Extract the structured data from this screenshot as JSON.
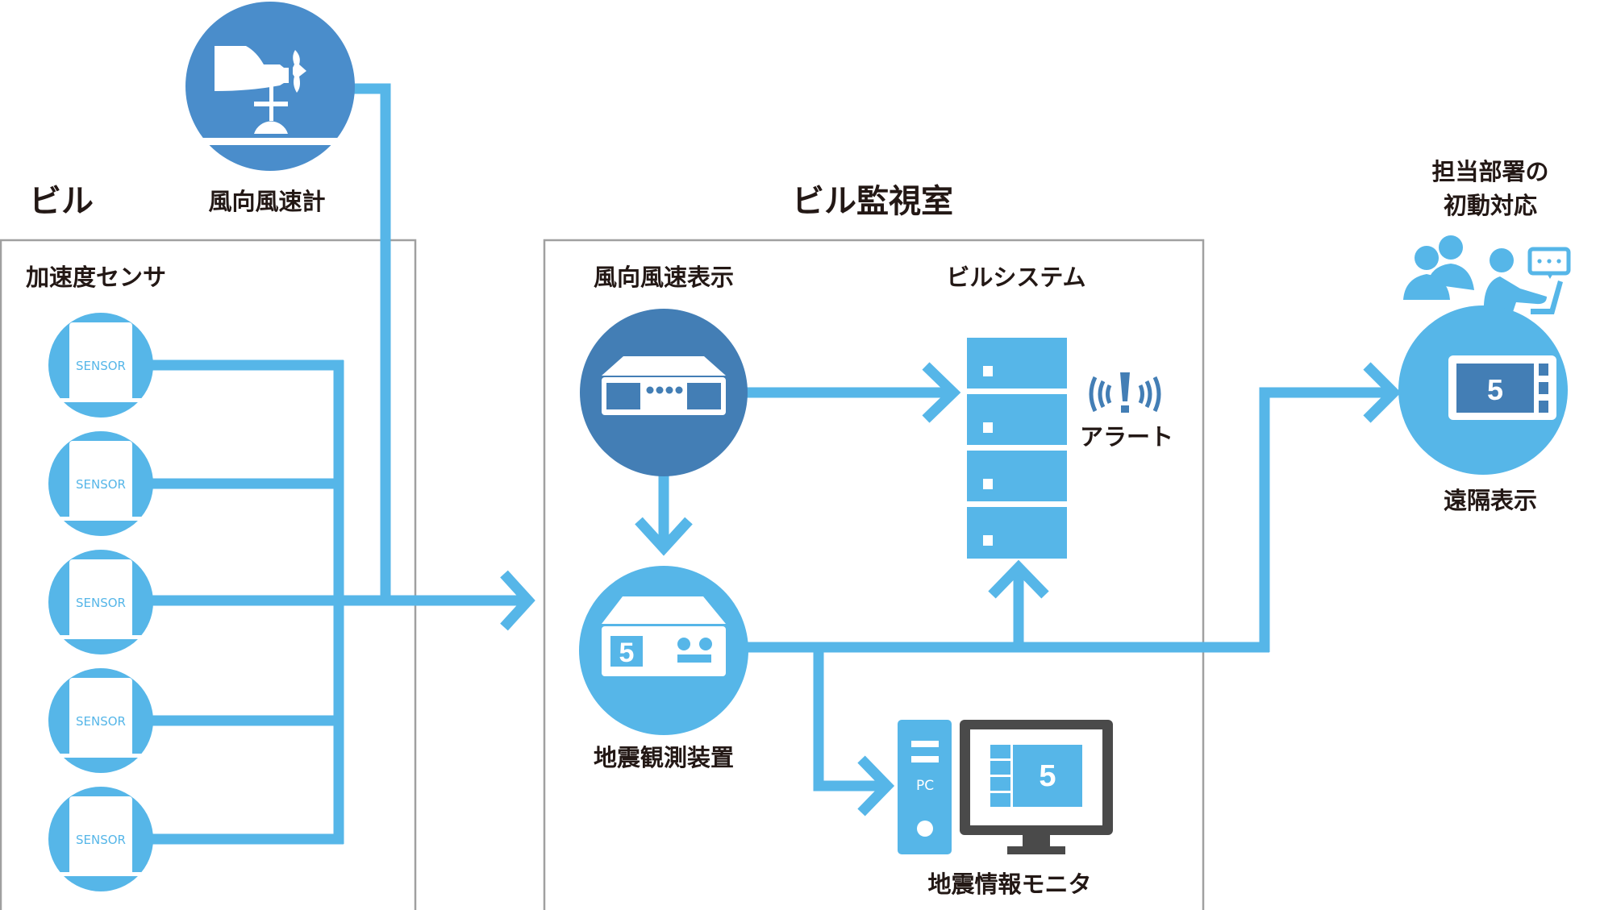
{
  "colors": {
    "light_blue": "#56B6E8",
    "dark_blue": "#437EB5",
    "mid_blue": "#4A8DCB",
    "frame_gray": "#A0A0A0",
    "monitor_dark": "#4A4A4A",
    "text": "#231815"
  },
  "building": {
    "title": "ビル",
    "anemometer": {
      "label": "風向風速計",
      "icon": "wind-vane-icon"
    },
    "sensor_group": {
      "label": "加速度センサ",
      "sensors": [
        {
          "label": "SENSOR"
        },
        {
          "label": "SENSOR"
        },
        {
          "label": "SENSOR"
        },
        {
          "label": "SENSOR"
        },
        {
          "label": "SENSOR"
        }
      ]
    }
  },
  "monitoring_room": {
    "title": "ビル監視室",
    "wind_display": {
      "label": "風向風速表示",
      "icon": "display-device-icon"
    },
    "building_system": {
      "label": "ビルシステム",
      "icon": "server-rack-icon",
      "alert_label": "アラート",
      "alert_icon": "alert-signal-icon"
    },
    "seismic_device": {
      "label": "地震観測装置",
      "icon": "seismic-device-icon",
      "display_value": "5"
    },
    "seismic_monitor": {
      "label": "地震情報モニタ",
      "pc_label": "PC",
      "display_value": "5"
    }
  },
  "remote": {
    "title_line1": "担当部署の",
    "title_line2": "初動対応",
    "label": "遠隔表示",
    "display_value": "5",
    "icon": "staff-group-icon"
  }
}
